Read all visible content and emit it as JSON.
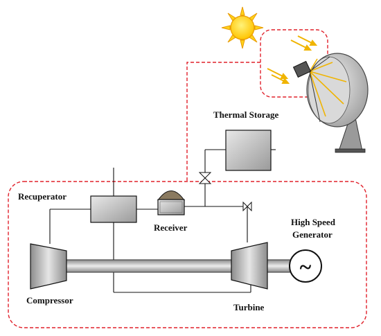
{
  "labels": {
    "thermal_storage": "Thermal Storage",
    "recuperator": "Recuperator",
    "receiver": "Receiver",
    "high_speed_generator_line1": "High Speed",
    "high_speed_generator_line2": "Generator",
    "compressor": "Compressor",
    "turbine": "Turbine",
    "generator_symbol": "~"
  },
  "icons": {
    "sun": "sun-icon",
    "dish": "parabolic-dish-icon",
    "generator": "generator-icon",
    "valve": "valve-icon"
  },
  "colors": {
    "boundary": "#e0202a",
    "sun_fill": "#ffd21a",
    "sun_stroke": "#e89a00",
    "ray": "#f0b400",
    "pipe": "#111111",
    "component_fill": "#bfbfbf"
  }
}
